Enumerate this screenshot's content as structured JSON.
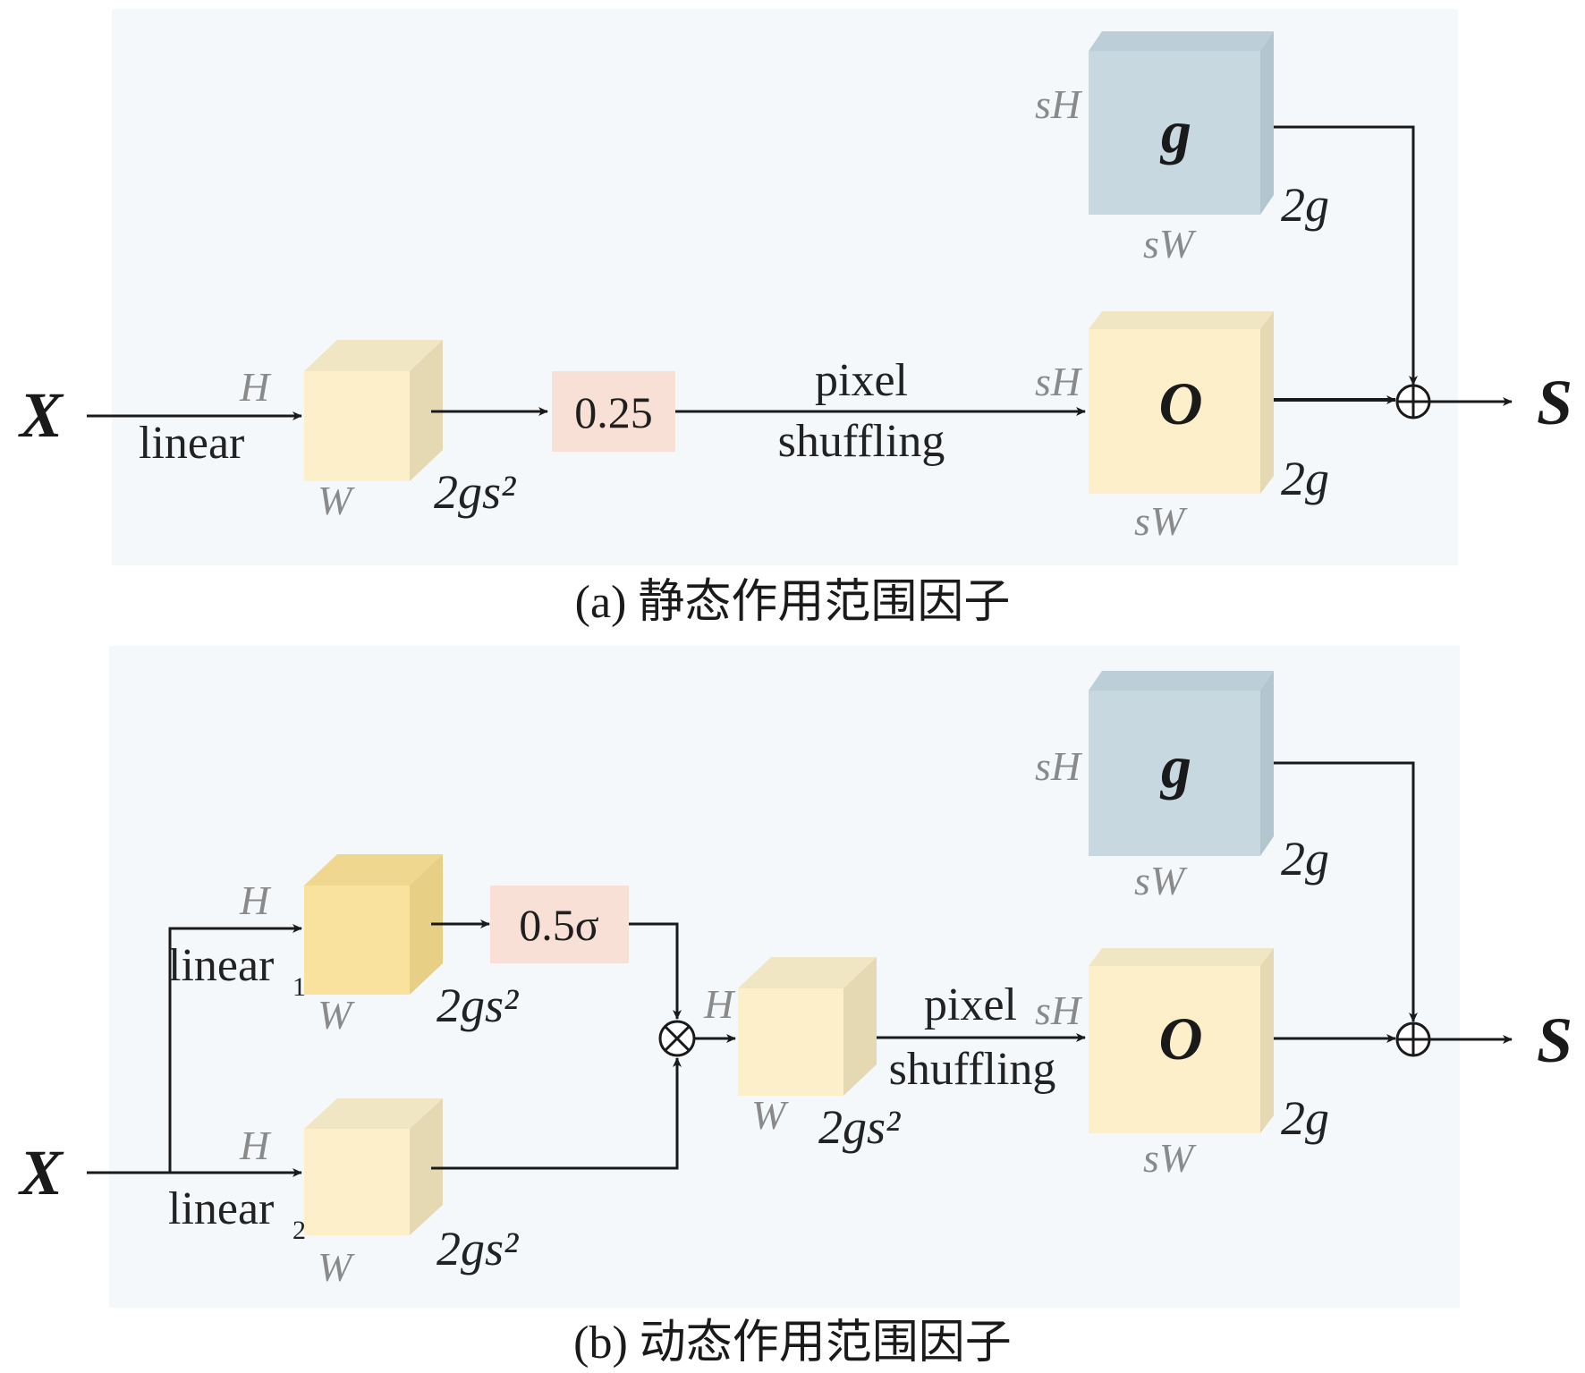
{
  "panel_a": {
    "input_label": "X",
    "output_label": "S",
    "linear_label": "linear",
    "cube_dims": {
      "h": "H",
      "w": "W",
      "c": "2gs²"
    },
    "scale_box": "0.25",
    "pixel_shuffle": [
      "pixel",
      "shuffling"
    ],
    "g_block": {
      "label": "g",
      "h": "sH",
      "w": "sW",
      "c": "2g"
    },
    "o_block": {
      "label": "O",
      "h": "sH",
      "w": "sW",
      "c": "2g"
    },
    "caption": "(a) 静态作用范围因子"
  },
  "panel_b": {
    "input_label": "X",
    "output_label": "S",
    "linear1_label": "linear",
    "linear1_sub": "1",
    "linear2_label": "linear",
    "linear2_sub": "2",
    "cube1_dims": {
      "h": "H",
      "w": "W",
      "c": "2gs²"
    },
    "cube2_dims": {
      "h": "H",
      "w": "W",
      "c": "2gs²"
    },
    "cube3_dims": {
      "h": "H",
      "w": "W",
      "c": "2gs²"
    },
    "scale_box": "0.5σ",
    "pixel_shuffle": [
      "pixel",
      "shuffling"
    ],
    "g_block": {
      "label": "g",
      "h": "sH",
      "w": "sW",
      "c": "2g"
    },
    "o_block": {
      "label": "O",
      "h": "sH",
      "w": "sW",
      "c": "2g"
    },
    "caption": "(b) 动态作用范围因子"
  },
  "colors": {
    "panel_bg": "#f4f8fb",
    "cube_front": "#fcefc9",
    "cube_side": "#e5d9b3",
    "cube_top": "#f1e6c3",
    "cube1_front": "#f8e29e",
    "cube1_side": "#e7cf86",
    "cube1_top": "#efd78f",
    "g_front": "#c7d8e1",
    "g_side": "#b3c5ce",
    "g_top": "#bccfd8",
    "scale_box": "#f8e0d6"
  }
}
